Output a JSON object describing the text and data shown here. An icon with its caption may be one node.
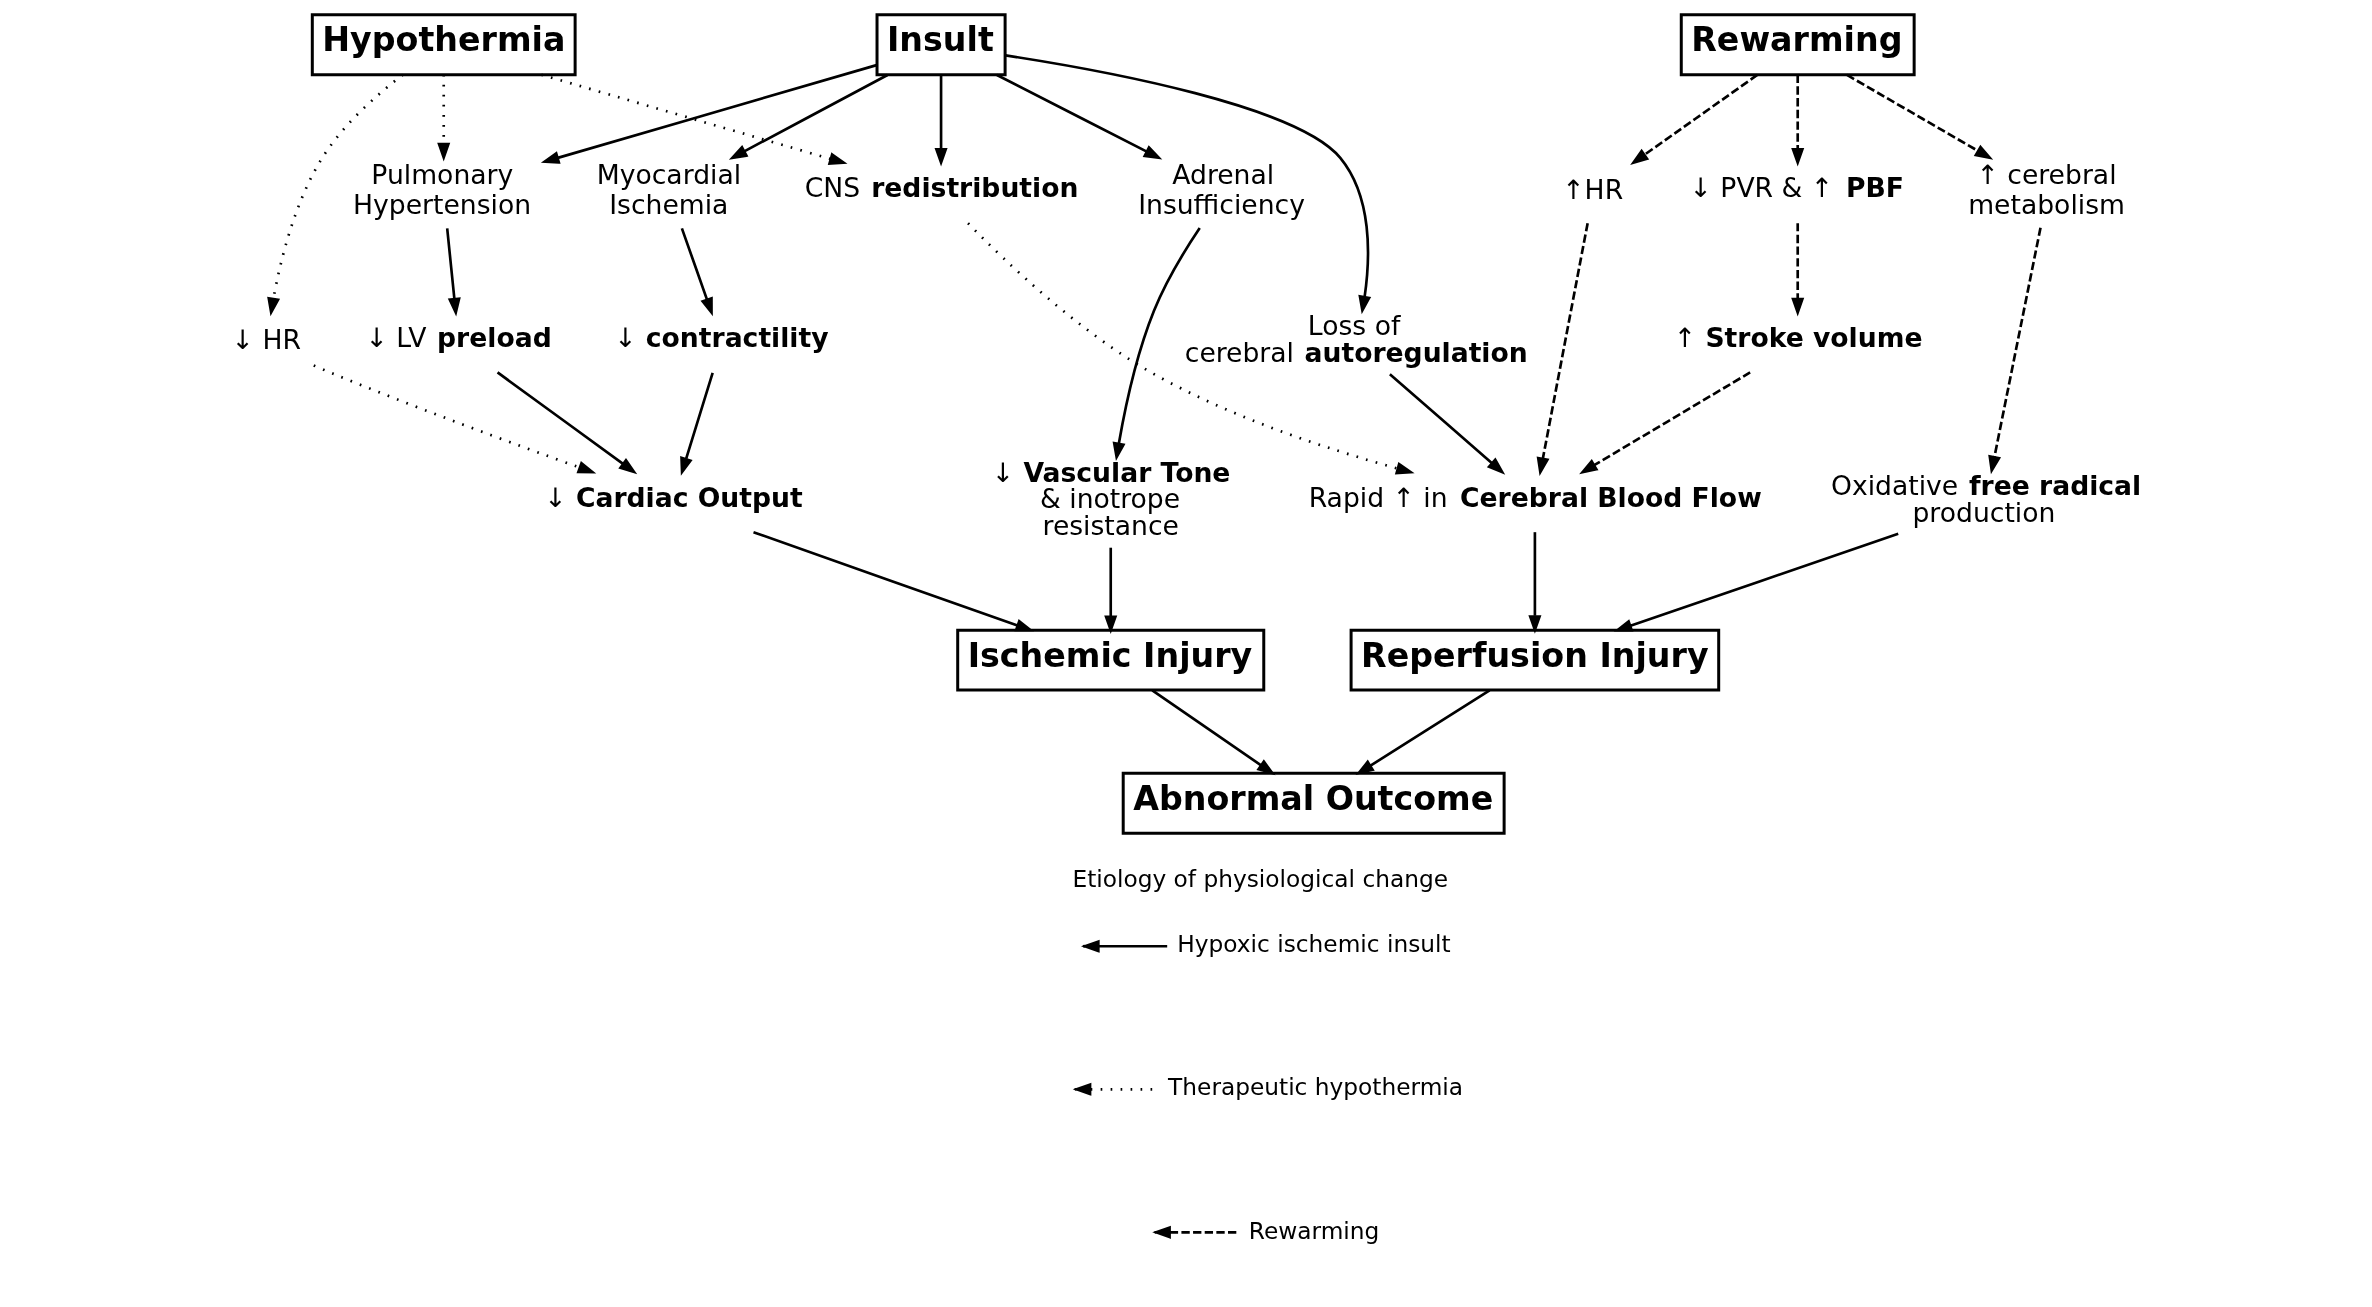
{
  "diagram": {
    "nodes": [
      {
        "text": [
          "Insult"
        ]
      },
      {
        "text": [
          "Hypothermia"
        ]
      },
      {
        "text": [
          "Rewarming"
        ]
      },
      {
        "text": [
          "Adrenal Insufficiency"
        ]
      },
      {
        "text": [
          "Myocardial Ischemia"
        ]
      },
      {
        "text": [
          "Pulmonary Hypertension"
        ]
      },
      {
        "text": [
          "CNS **redistribution**"
        ]
      },
      {
        "text": [
          "↑HR"
        ]
      },
      {
        "text": [
          "↓ PVR & ↑ **PBF**"
        ]
      },
      {
        "text": [
          "↑ cerebral metabolism"
        ]
      },
      {
        "text": [
          "↓ **contractility**"
        ]
      },
      {
        "text": [
          "↓ LV **preload**"
        ]
      },
      {
        "text": [
          "↓ HR"
        ]
      },
      {
        "text": [
          "Loss of cerebral **autoregulation**"
        ]
      },
      {
        "text": [
          "↑ **Stroke volume**"
        ]
      },
      {
        "text": [
          "↓ **Vascular Tone** & inotrope resistance"
        ]
      },
      {
        "text": [
          "↓ **Cardiac Output**"
        ]
      },
      {
        "text": [
          "Rapid ↑ in **Cerebral Blood Flow**"
        ]
      },
      {
        "text": [
          "Oxidative **free radical** production"
        ]
      },
      {
        "text": [
          "Ischemic Injury"
        ]
      },
      {
        "text": [
          "Reperfusion Injury"
        ]
      },
      {
        "text": [
          "Abnormal Outcome"
        ]
      }
    ],
    "edges": [
      {
        "from": 0,
        "to": 3,
        "arrow": "to"
      },
      {
        "from": 0,
        "to": 4,
        "arrow": "to"
      },
      {
        "from": 0,
        "to": 5,
        "arrow": "to"
      },
      {
        "from": 0,
        "to": 13,
        "arrow": "to"
      },
      {
        "from": 0,
        "to": 6,
        "arrow": "to"
      },
      {
        "from": 1,
        "to": 5,
        "arrow": "to",
        "style": "dashed"
      },
      {
        "from": 1,
        "to": 12,
        "arrow": "to",
        "style": "dashed"
      },
      {
        "from": 1,
        "to": 6,
        "arrow": "to",
        "style": "dashed"
      },
      {
        "from": 2,
        "to": 7,
        "arrow": "to",
        "style": "dashed"
      },
      {
        "from": 2,
        "to": 8,
        "arrow": "to",
        "style": "dashed"
      },
      {
        "from": 2,
        "to": 9,
        "arrow": "to",
        "style": "dashed"
      },
      {
        "from": 3,
        "to": 15,
        "arrow": "to"
      },
      {
        "from": 4,
        "to": 10,
        "arrow": "to"
      },
      {
        "from": 5,
        "to": 11,
        "arrow": "to"
      },
      {
        "from": 10,
        "to": 16,
        "arrow": "to"
      },
      {
        "from": 11,
        "to": 16,
        "arrow": "to"
      },
      {
        "from": 12,
        "to": 16,
        "arrow": "to",
        "style": "dashed"
      },
      {
        "from": 8,
        "to": 14,
        "arrow": "to",
        "style": "dashed"
      },
      {
        "from": 13,
        "to": 17,
        "arrow": "to"
      },
      {
        "from": 6,
        "to": 17,
        "arrow": "to",
        "style": "dashed"
      },
      {
        "from": 7,
        "to": 17,
        "arrow": "to",
        "style": "dashed"
      },
      {
        "from": 14,
        "to": 17,
        "arrow": "to",
        "style": "dashed"
      },
      {
        "from": 9,
        "to": 18,
        "arrow": "to",
        "style": "dashed"
      },
      {
        "from": 15,
        "to": 19,
        "arrow": "to"
      },
      {
        "from": 16,
        "to": 19,
        "arrow": "to"
      },
      {
        "from": 17,
        "to": 20,
        "arrow": "to"
      },
      {
        "from": 18,
        "to": 20,
        "arrow": "to"
      },
      {
        "from": 19,
        "to": 21,
        "arrow": "to"
      },
      {
        "from": 20,
        "to": 21,
        "arrow": "to"
      }
    ],
    "labels": [
      "Etiology of physiological change"
    ],
    "legend": [
      {
        "text": "Hypoxic ischemic insult"
      },
      {
        "text": "Therapeutic hypothermia"
      },
      {
        "text": "Rewarming"
      }
    ]
  }
}
